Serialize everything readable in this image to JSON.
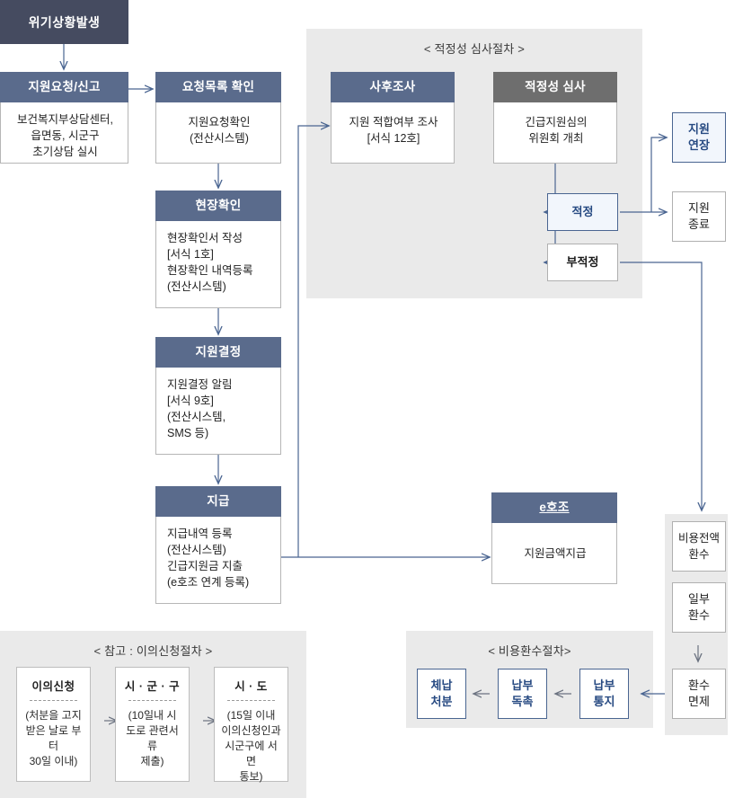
{
  "colors": {
    "dark_header": "#454b60",
    "blue_header": "#5a6b8c",
    "gray_header": "#6e6e6e",
    "panel_bg": "#eaeaea",
    "accent_blue": "#274a82",
    "line": "#4a6591",
    "box_border": "#b0b0b0"
  },
  "nodes": {
    "crisis": {
      "title": "위기상황발생"
    },
    "request": {
      "title": "지원요청/신고",
      "body": "보건복지부상담센터,\n읍면동, 시군구\n초기상담 실시"
    },
    "checklist": {
      "title": "요청목록 확인",
      "body": "지원요청확인\n(전산시스템)"
    },
    "site_check": {
      "title": "현장확인",
      "body": "현장확인서 작성\n[서식 1호]\n현장확인 내역등록\n(전산시스템)"
    },
    "decision": {
      "title": "지원결정",
      "body": "지원결정 알림\n[서식 9호]\n(전산시스템,\nSMS 등)"
    },
    "payment": {
      "title": "지급",
      "body": "지급내역 등록\n(전산시스템)\n긴급지원금 지출\n(e호조 연계 등록)"
    },
    "post_survey": {
      "title": "사후조사",
      "body": "지원 적합여부 조사\n[서식 12호]"
    },
    "adequacy_review": {
      "title": "적정성 심사",
      "body": "긴급지원심의\n위원회 개최"
    },
    "ehojo": {
      "title": "e호조",
      "body": "지원금액지급"
    },
    "adequate": {
      "label": "적정"
    },
    "inadequate": {
      "label": "부적정"
    },
    "extend": {
      "label": "지원\n연장"
    },
    "terminate": {
      "label": "지원\n종료"
    },
    "recover_full": {
      "label": "비용전액\n환수"
    },
    "recover_part": {
      "label": "일부\n환수"
    },
    "recover_exempt": {
      "label": "환수\n면제"
    }
  },
  "panels": {
    "adequacy": {
      "title": "< 적정성 심사절차 >"
    },
    "recovery_side": {
      "title": ""
    },
    "cost_recovery": {
      "title": "< 비용환수절차>"
    },
    "objection": {
      "title": "< 참고 : 이의신청절차 >"
    }
  },
  "cost_recovery_steps": [
    {
      "label": "체납\n처분"
    },
    {
      "label": "납부\n독촉"
    },
    {
      "label": "납부\n통지"
    }
  ],
  "objection_steps": [
    {
      "title": "이의신청",
      "body": "(처분을 고지\n받은 날로 부터\n30일 이내)"
    },
    {
      "title": "시 · 군 · 구",
      "body": "(10일내 시\n도로 관련서류\n제출)"
    },
    {
      "title": "시 · 도",
      "body": "(15일 이내\n이의신청인과\n시군구에 서면\n통보)"
    }
  ],
  "arrow_glyphs": {
    "down": "↓",
    "left": "←",
    "right": "→"
  }
}
